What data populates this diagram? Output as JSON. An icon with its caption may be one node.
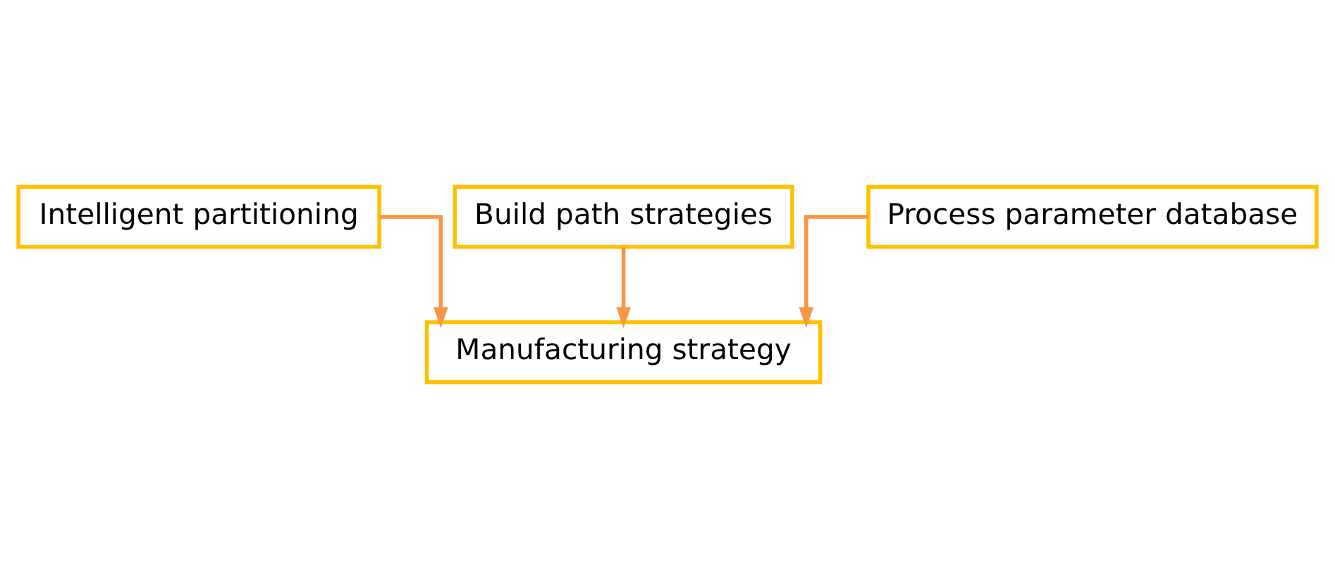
{
  "diagram": {
    "nodes": [
      {
        "text": [
          "Intelligent partitioning"
        ]
      },
      {
        "text": [
          "Build path strategies"
        ]
      },
      {
        "text": [
          "Process parameter database"
        ]
      },
      {
        "text": [
          "Manufacturing strategy"
        ]
      }
    ],
    "edges": [
      {
        "from": 0,
        "to": 3,
        "arrow": "to",
        "color": "#f79646"
      },
      {
        "from": 1,
        "to": 3,
        "arrow": "to",
        "color": "#f79646"
      },
      {
        "from": 2,
        "to": 3,
        "arrow": "to",
        "color": "#f79646"
      }
    ]
  }
}
